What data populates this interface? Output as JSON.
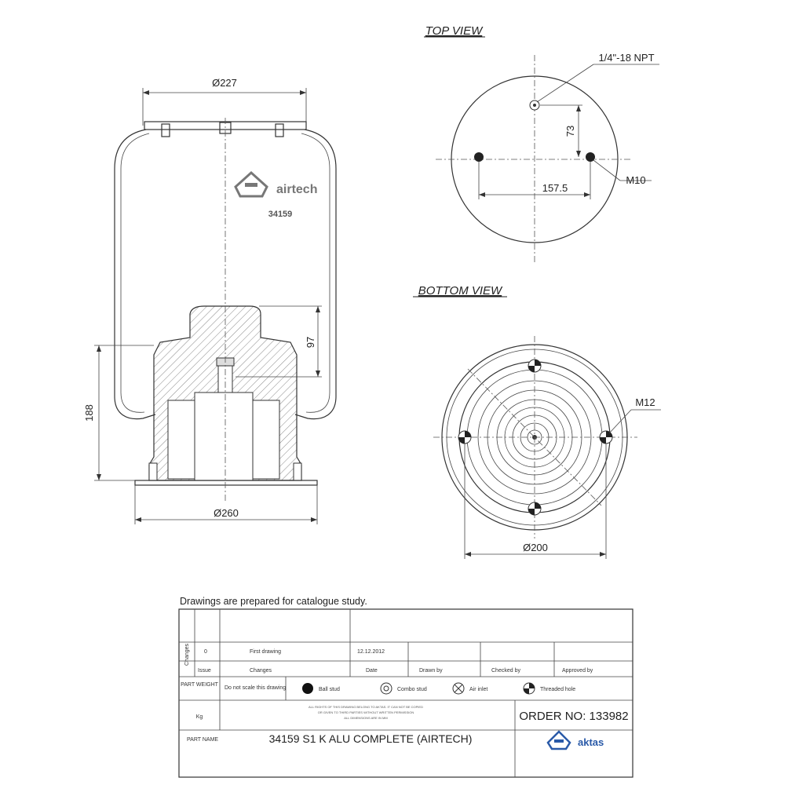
{
  "views": {
    "top_title": "TOP VIEW",
    "bottom_title": "BOTTOM VIEW"
  },
  "side": {
    "top_diameter": "Ø227",
    "bottom_diameter": "Ø260",
    "height": "188",
    "piston_height": "97",
    "brand": "airtech",
    "part_marking": "34159"
  },
  "top": {
    "port": "1/4\"-18 NPT",
    "offset": "73",
    "spacing": "157.5",
    "bolt": "M10"
  },
  "bottom": {
    "bolt": "M12",
    "diameter": "Ø200"
  },
  "title_block": {
    "note": "Drawings are  prepared for  catalogue study.",
    "changes_label": "Changes",
    "rev_label": "Issue",
    "changes_col": "Changes",
    "date_col": "Date",
    "drawn_col": "Drawn by",
    "checked_col": "Checked by",
    "approved_col": "Approved by",
    "rev_value": "0",
    "rev_change": "First drawing",
    "rev_date": "12.12.2012",
    "part_weight_label": "PART WEIGHT",
    "weight_unit": "Kg",
    "do_not_scale": "Do not scale this drawing",
    "legend_ball": "Ball stud",
    "legend_combo": "Combo stud",
    "legend_air": "Air inlet",
    "legend_threaded": "Threaded hole",
    "order_no": "ORDER NO: 133982",
    "part_name_label": "PART NAME",
    "part_name": "34159 S1 K ALU  COMPLETE (AIRTECH)",
    "logo_text": "aktas",
    "fine_print_1": "ALL RIGHTS OF THIS DRAWING BELONG TO AKTAS. IT CAN NOT BE COPIED",
    "fine_print_2": "OR GIVEN TO THIRD PARTIES WITHOUT WRITTEN PERMISSION",
    "fine_print_3": "ALL DIMENSIONS ARE IN MM"
  }
}
